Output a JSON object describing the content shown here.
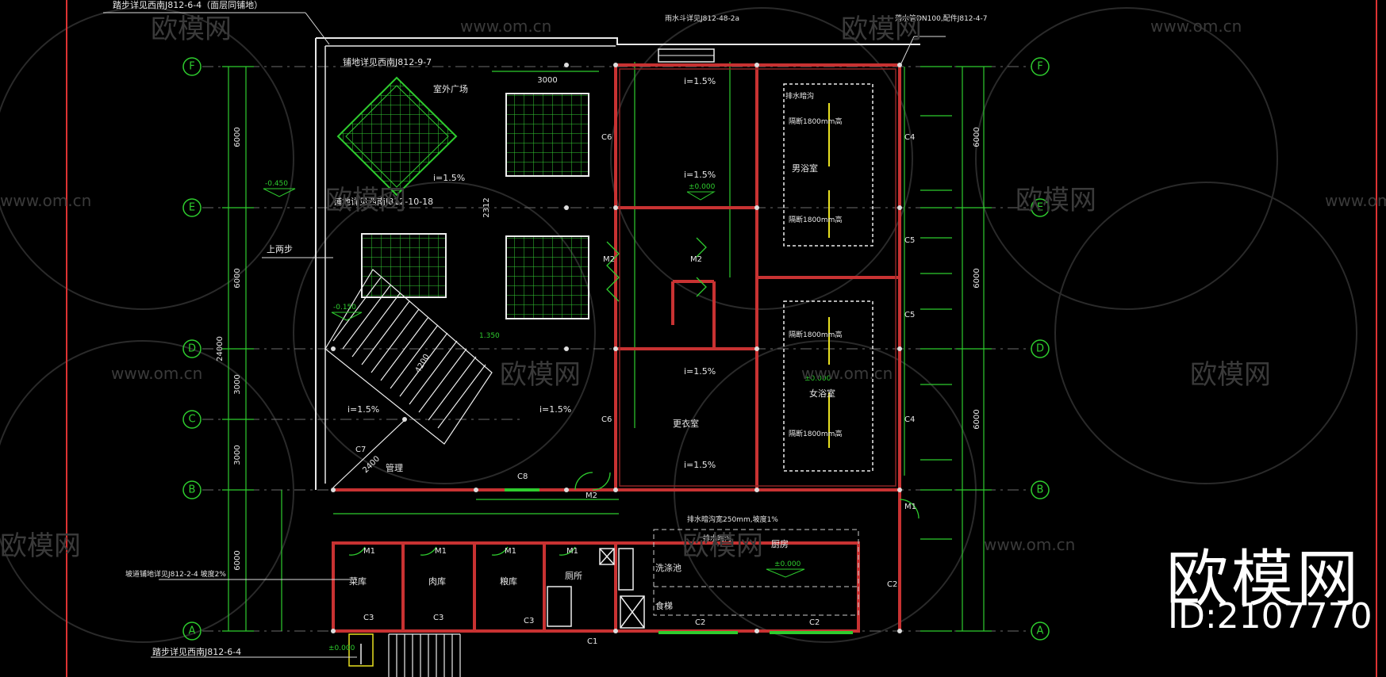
{
  "watermarks": {
    "brand": "欧模网",
    "site": "www.om.cn",
    "id_text": "ID:2107770"
  },
  "axes": {
    "rows": [
      "F",
      "E",
      "D",
      "C",
      "B",
      "A"
    ],
    "left_dims": [
      "6000",
      "6000",
      "3000",
      "3000",
      "6000"
    ],
    "left_total": "24000",
    "right_dims": [
      "6000",
      "6000",
      "6000"
    ]
  },
  "labels": {
    "top_note": "踏步详见西南J812-6-4（面层同铺地）",
    "paving1": "铺地详见西南J812-9-7",
    "paving2": "铺地详见西南J812-10-18",
    "plaza": "室外广场",
    "upstep": "上两步",
    "elev_0450": "-0.450",
    "elev_0150": "-0.150",
    "elev_1350": "1.350",
    "elev_000": "±0.000",
    "slope": "i=1.5%",
    "tube": "管理",
    "dim_2312": "2312",
    "dim_4200": "4200",
    "dim_2400": "2400",
    "dim_3000": "3000",
    "locker": "更衣室",
    "men_bath": "男浴室",
    "women_bath": "女浴室",
    "drain_trench": "排水暗沟",
    "shower_note": "隔断1800mm高",
    "veg_store": "菜库",
    "meat_store": "肉库",
    "grain_store": "粮库",
    "toilet": "厕所",
    "kitchen": "厨房",
    "wash_pool": "洗涤池",
    "dumbwaiter": "食梯",
    "kitchen_note": "排水暗沟宽250mm,坡度1%",
    "scupper_note": "落水管DN100,配件J812-4-7",
    "bottom_note": "踏步详见西南J812-6-4",
    "ramp_note": "坡道铺地详见J812-2-4 坡度2%",
    "rain_note": "雨水斗详见J812-48-2a",
    "door_m1": "M1",
    "door_m2": "M2",
    "win_c1": "C1",
    "win_c2": "C2",
    "win_c3": "C3",
    "win_c4": "C4",
    "win_c5": "C5",
    "win_c6": "C6",
    "win_c7": "C7",
    "win_c8": "C8"
  }
}
